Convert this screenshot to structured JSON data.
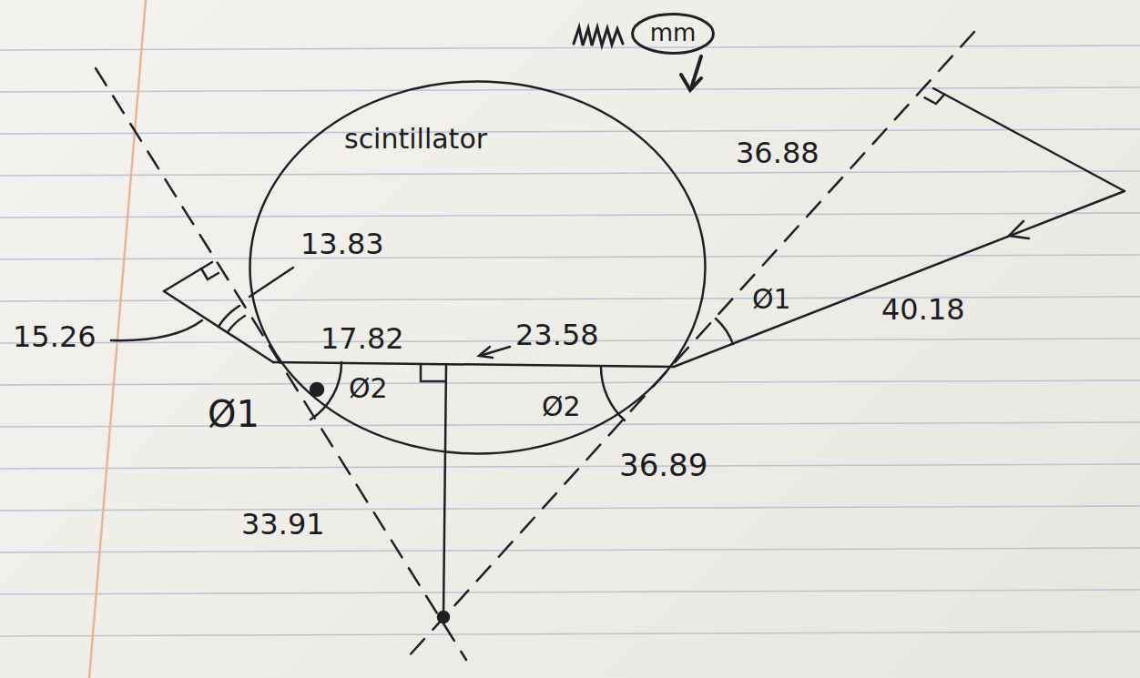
{
  "diagram": {
    "nodes": [
      {
        "text": [
          "mm"
        ]
      },
      {
        "text": [
          "scintillator"
        ]
      }
    ],
    "labels": [
      "36.88",
      "40.18",
      "Ø1",
      "13.83",
      "15.26",
      "17.82",
      "23.58",
      "Ø1",
      "Ø2",
      "Ø2",
      "33.91",
      "36.89"
    ]
  }
}
